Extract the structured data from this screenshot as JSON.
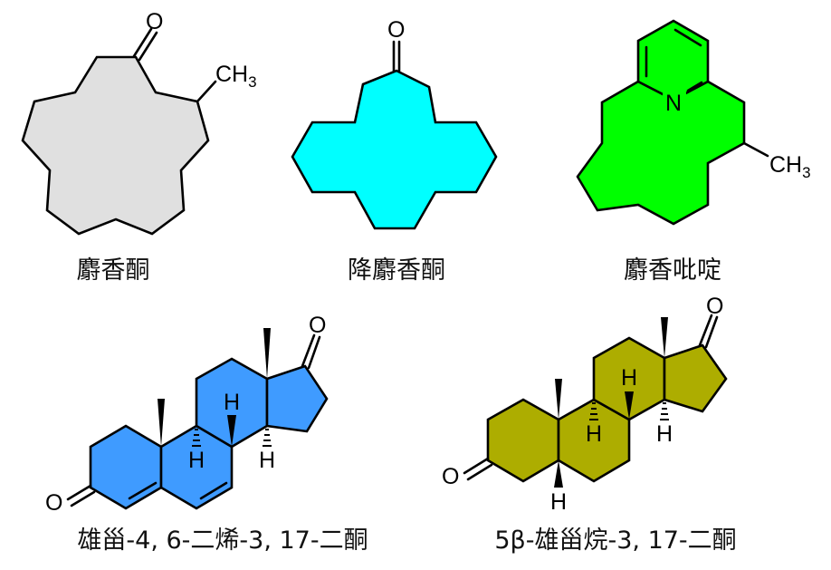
{
  "figure": {
    "molecules": [
      {
        "id": "muscone",
        "name": "麝香酮",
        "fill_color": "#E0E0E0",
        "atom_labels": {
          "oxygen": "O",
          "methyl": "CH",
          "methyl_sub": "3"
        }
      },
      {
        "id": "normuscone",
        "name": "降麝香酮",
        "fill_color": "#00FFFF",
        "atom_labels": {
          "oxygen": "O"
        }
      },
      {
        "id": "muscopyridine",
        "name": "麝香吡啶",
        "fill_color": "#00FF00",
        "atom_labels": {
          "nitrogen": "N",
          "methyl": "CH",
          "methyl_sub": "3"
        }
      },
      {
        "id": "androstadienedione",
        "name": "雄甾-4, 6-二烯-3, 17-二酮",
        "fill_color": "#3F9BFF",
        "atom_labels": {
          "oxygen_3": "O",
          "oxygen_17": "O",
          "h8": "H",
          "h9": "H",
          "h14": "H"
        }
      },
      {
        "id": "androstanedione",
        "name": "5β-雄甾烷-3, 17-二酮",
        "fill_color": "#ADAD00",
        "atom_labels": {
          "oxygen_3": "O",
          "oxygen_17": "O",
          "h5": "H",
          "h8": "H",
          "h9": "H",
          "h14": "H"
        }
      }
    ]
  }
}
